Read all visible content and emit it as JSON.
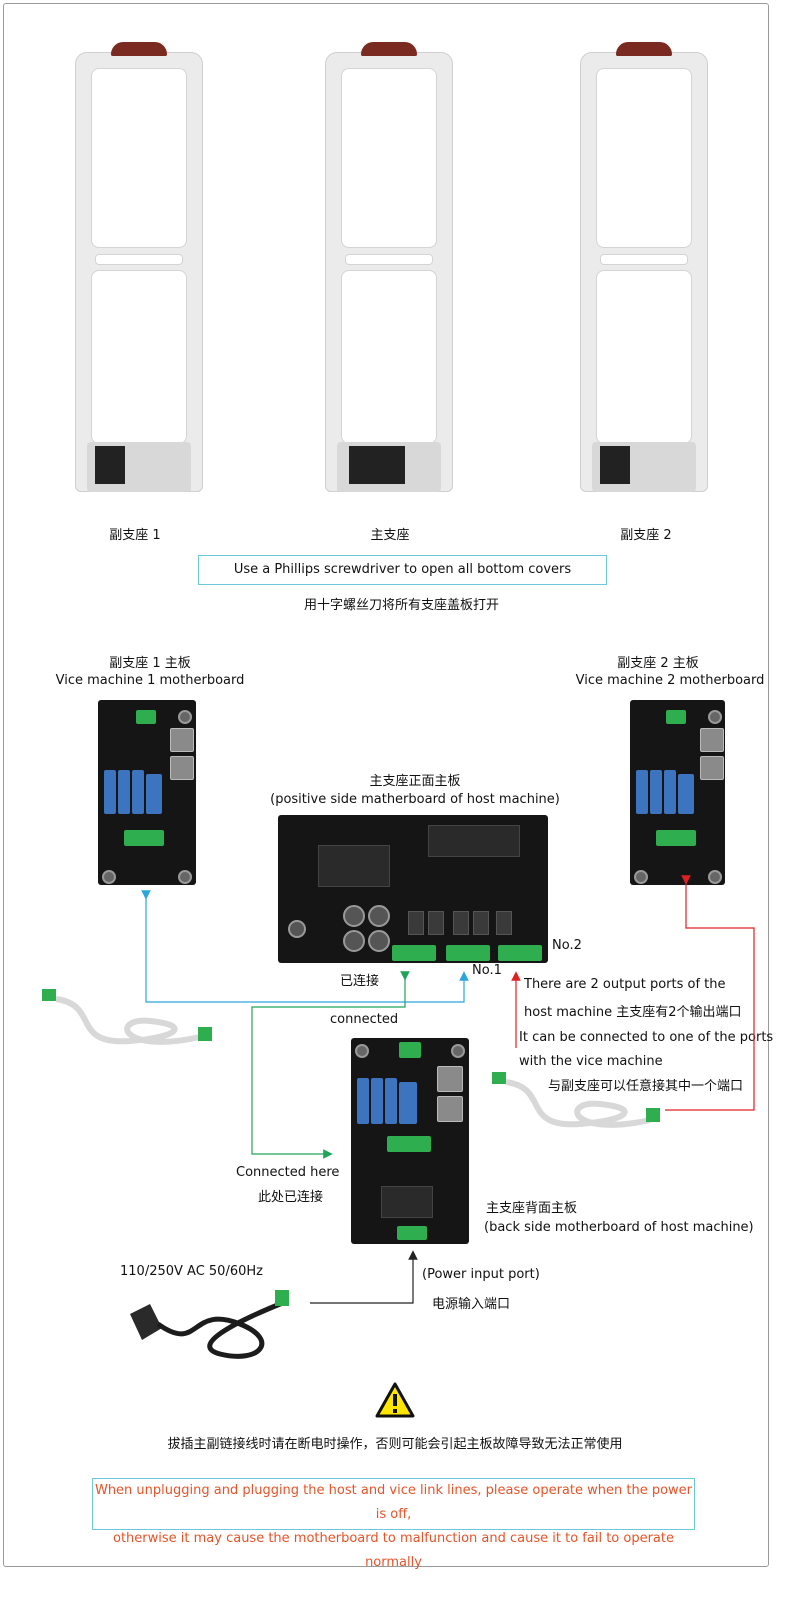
{
  "gates": {
    "left_label": "副支座 1",
    "center_label": "主支座",
    "right_label": "副支座 2"
  },
  "instruction": {
    "english": "Use a Phillips screwdriver to open all bottom covers",
    "chinese": "用十字螺丝刀将所有支座盖板打开"
  },
  "vice1": {
    "title_cn": "副支座 1 主板",
    "title_en": "Vice machine 1 motherboard"
  },
  "vice2": {
    "title_cn": "副支座 2 主板",
    "title_en": "Vice machine 2 motherboard"
  },
  "host_front": {
    "title_cn": "主支座正面主板",
    "title_en": "(positive side matherboard of host machine)"
  },
  "ports": {
    "no1": "No.1",
    "no2": "No.2"
  },
  "connected": {
    "cn": "已连接",
    "en": "connected"
  },
  "output_note": {
    "line1": "There are 2 output ports of the",
    "line2": "host machine  主支座有2个输出端口",
    "line3": "It can be connected to one of the ports",
    "line4": "with the vice machine",
    "line5": "与副支座可以任意接其中一个端口"
  },
  "connected_here": {
    "en": "Connected here",
    "cn": "此处已连接"
  },
  "host_back": {
    "title_cn": "主支座背面主板",
    "title_en": "(back side motherboard of host machine)"
  },
  "power": {
    "voltage": "110/250V AC 50/60Hz",
    "port_en": "(Power input port)",
    "port_cn": "电源输入端口"
  },
  "warning": {
    "icon": "warning-triangle-icon",
    "chinese": "拔插主副链接线时请在断电时操作，否则可能会引起主板故障导致无法正常使用",
    "english_line1": "When unplugging and plugging the host and vice link lines, please operate when the power is off,",
    "english_line2": "otherwise it may cause the motherboard to malfunction and cause it to fail to operate normally"
  },
  "colors": {
    "blue_line": "#2aa6dc",
    "green_line": "#1fa35a",
    "red_line": "#e02020",
    "box_border": "#6ec8dc",
    "warning_text": "#e4542a",
    "warning_icon": "#ffe600"
  }
}
